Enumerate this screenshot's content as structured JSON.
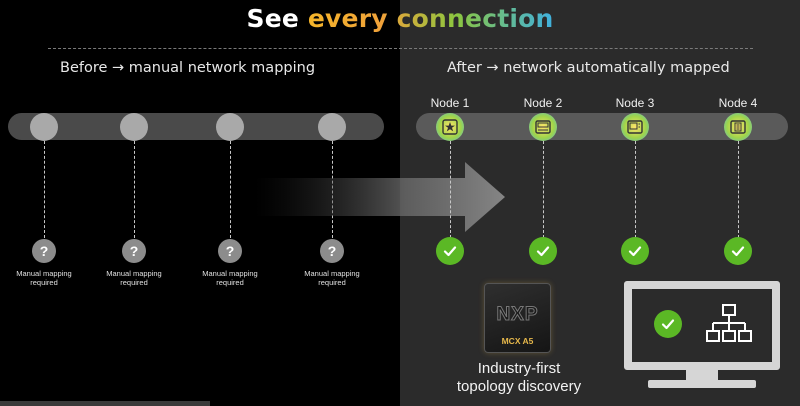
{
  "title": {
    "prefix": "See ",
    "highlight": "every connection"
  },
  "left": {
    "heading": "Before →  manual network mapping",
    "nodes": [
      {
        "question": "?",
        "label_line1": "Manual mapping",
        "label_line2": "required"
      },
      {
        "question": "?",
        "label_line1": "Manual mapping",
        "label_line2": "required"
      },
      {
        "question": "?",
        "label_line1": "Manual mapping",
        "label_line2": "required"
      },
      {
        "question": "?",
        "label_line1": "Manual mapping",
        "label_line2": "required"
      }
    ]
  },
  "right": {
    "heading": "After → network automatically mapped",
    "nodes": [
      {
        "label": "Node 1",
        "icon": "star-badge-icon"
      },
      {
        "label": "Node 2",
        "icon": "plc-device-icon"
      },
      {
        "label": "Node 3",
        "icon": "display-panel-icon"
      },
      {
        "label": "Node 4",
        "icon": "module-device-icon"
      }
    ]
  },
  "chip": {
    "logo": "NXP",
    "model": "MCX A5",
    "caption_line1": "Industry-first",
    "caption_line2": "topology discovery"
  },
  "colors": {
    "check_green": "#5bb825",
    "right_panel": "#2b2b2b",
    "accent_gold": "#e7b84b"
  }
}
